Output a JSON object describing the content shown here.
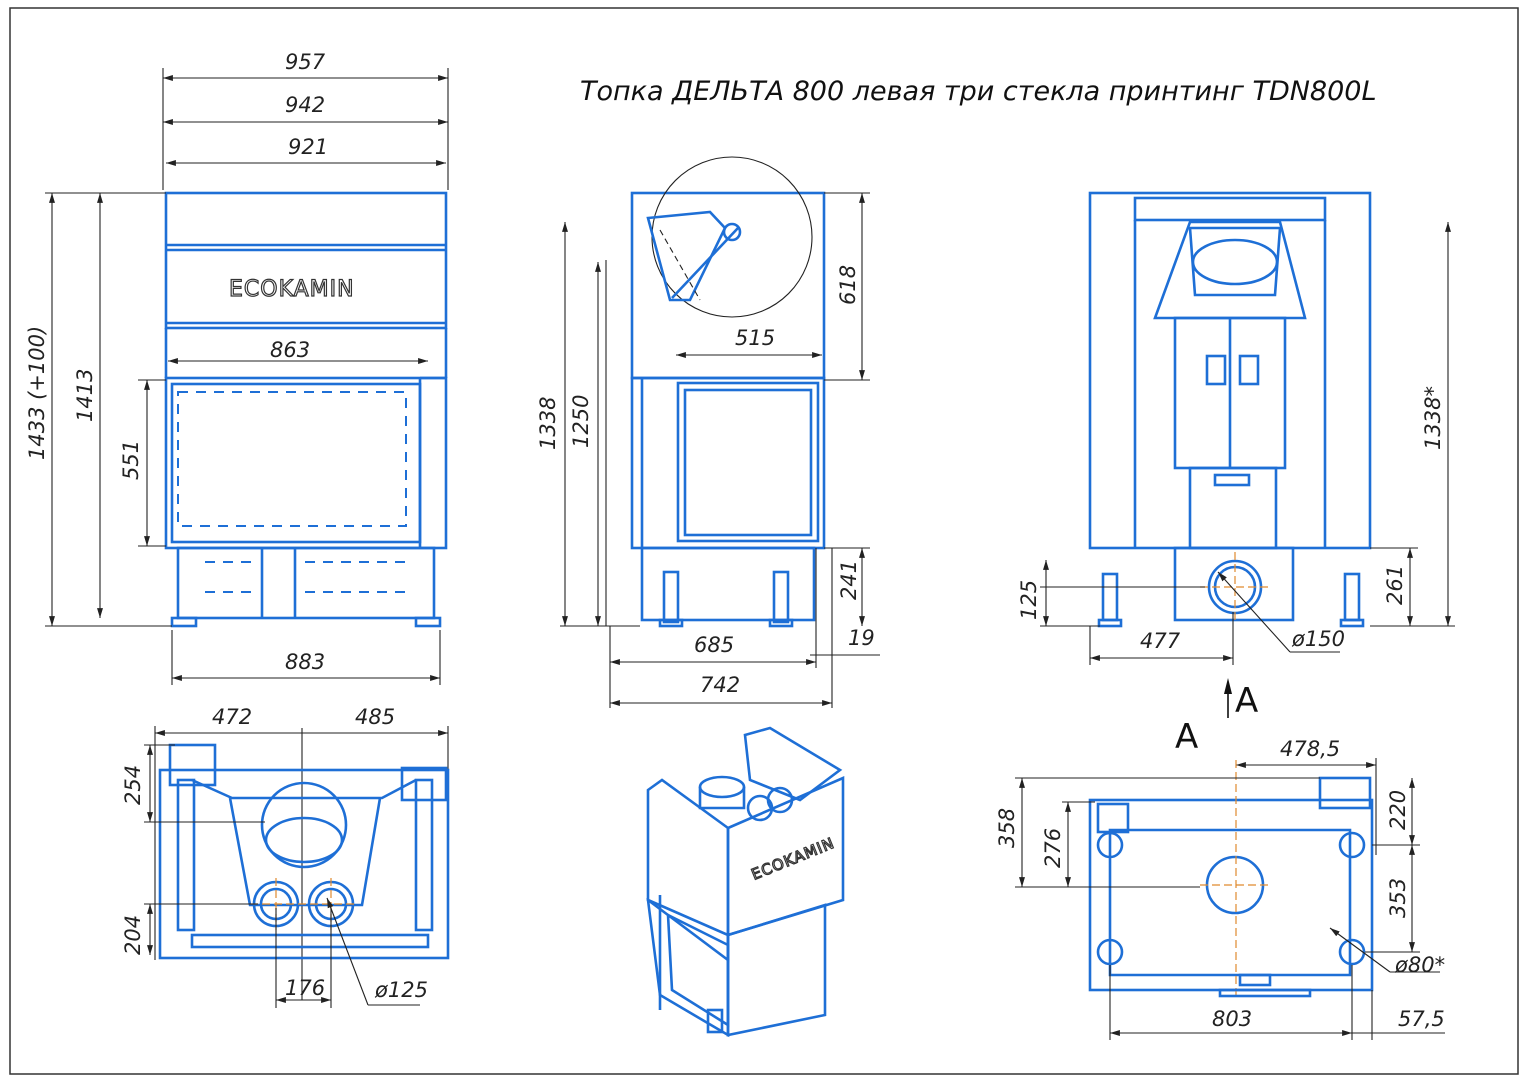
{
  "title": "Топка ДЕЛЬТА 800 левая три стекла принтинг TDN800L",
  "brand": "ECOKAMIN",
  "view_labels": {
    "a1": "A",
    "a2": "A"
  },
  "colors": {
    "outline": "#1e6fd6",
    "centerline": "#e08a2e",
    "dimension": "#222222"
  },
  "front_view": {
    "dims": {
      "w957": "957",
      "w942": "942",
      "w921": "921",
      "w863": "863",
      "h1433": "1433 (+100)",
      "h1413": "1413",
      "h551": "551",
      "w883": "883"
    }
  },
  "side_view": {
    "dims": {
      "h1338": "1338",
      "h1250": "1250",
      "h618": "618",
      "d515": "515",
      "h241": "241",
      "d19": "19",
      "w685": "685",
      "w742": "742"
    }
  },
  "rear_view": {
    "dims": {
      "h1338s": "1338*",
      "h261": "261",
      "h125": "125",
      "w477": "477",
      "d150": "ø150"
    }
  },
  "top_view": {
    "dims": {
      "w472": "472",
      "w485": "485",
      "h254": "254",
      "h204": "204",
      "w176": "176",
      "d125": "ø125"
    }
  },
  "section_a": {
    "dims": {
      "w478": "478,5",
      "h358": "358",
      "h276": "276",
      "h220": "220",
      "h353": "353",
      "d80": "ø80*",
      "w803": "803",
      "w57": "57,5"
    }
  }
}
